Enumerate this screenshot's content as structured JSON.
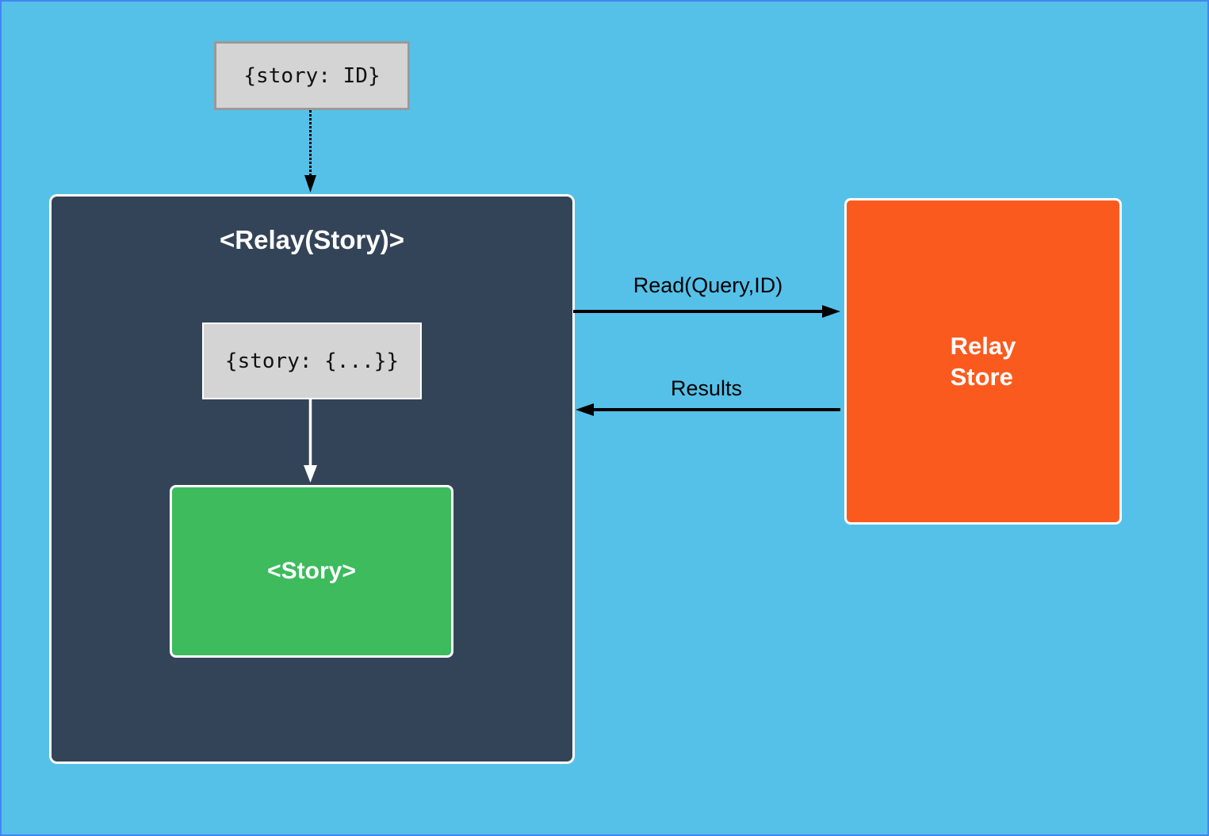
{
  "nodes": {
    "query_input": {
      "label": "{story: ID}"
    },
    "relay_container": {
      "title": "<Relay(Story)>"
    },
    "props": {
      "label": "{story: {...}}"
    },
    "story_component": {
      "label": "<Story>"
    },
    "relay_store": {
      "label": "Relay\nStore"
    }
  },
  "edges": {
    "read": {
      "label": "Read(Query,ID)"
    },
    "results": {
      "label": "Results"
    }
  },
  "colors": {
    "background": "#55C1E8",
    "page_border": "#4285F4",
    "relay_container_fill": "#344458",
    "story_fill": "#3DBB5D",
    "store_fill": "#FB5A1E",
    "data_box_fill": "#D4D4D4",
    "data_box_border": "#999999",
    "arrow_dark": "#000000",
    "arrow_light": "#FFFFFF"
  }
}
